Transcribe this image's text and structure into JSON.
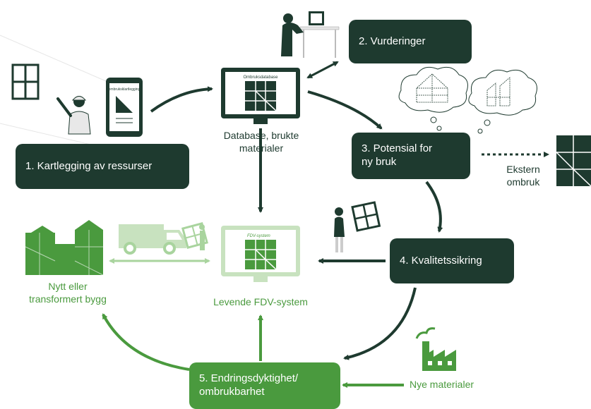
{
  "steps": {
    "s1": "1. Kartlegging av ressurser",
    "s2": "2. Vurderinger",
    "s3_line1": "3. Potensial for",
    "s3_line2": "ny bruk",
    "s4": "4. Kvalitetssikring",
    "s5_line1": "5. Endringsdyktighet/",
    "s5_line2": "ombrukbarhet"
  },
  "labels": {
    "database_line1": "Database, brukte",
    "database_line2": "materialer",
    "fdv_system": "Levende FDV-system",
    "new_building_line1": "Nytt eller",
    "new_building_line2": "transformert bygg",
    "external_line1": "Ekstern",
    "external_line2": "ombruk",
    "new_materials": "Nye materialer"
  },
  "screen_texts": {
    "tablet": "ombruksklartlegging",
    "database_monitor": "Ombruksdatabase",
    "fdv_monitor": "FDV-system"
  },
  "colors": {
    "dark_green": "#1e3a2f",
    "green": "#4a9a3e",
    "light_green": "#c8e2bf"
  }
}
